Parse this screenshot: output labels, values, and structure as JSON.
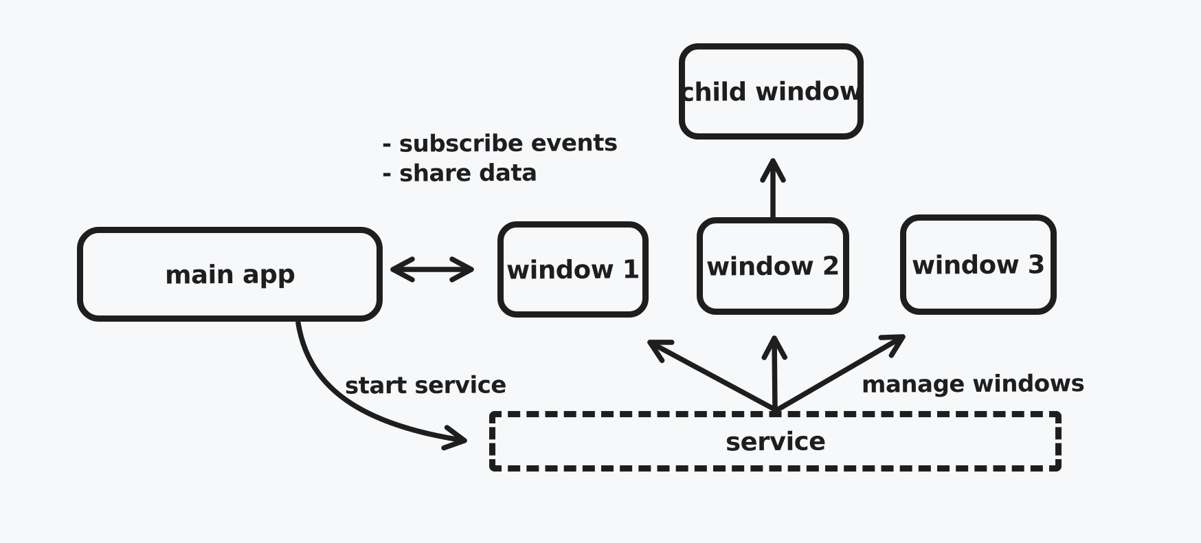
{
  "canvas": {
    "background": "#f7f8fa",
    "ink": "#1e1e1e"
  },
  "nodes": {
    "main_app": {
      "label": "main app"
    },
    "window_1": {
      "label": "window 1"
    },
    "window_2": {
      "label": "window 2"
    },
    "window_3": {
      "label": "window 3"
    },
    "child_window": {
      "label": "child window"
    },
    "service": {
      "label": "service"
    }
  },
  "annotations": {
    "bullet_1": "-  subscribe events",
    "bullet_2": "- share data",
    "start_service": "start service",
    "manage_windows": "manage windows"
  }
}
